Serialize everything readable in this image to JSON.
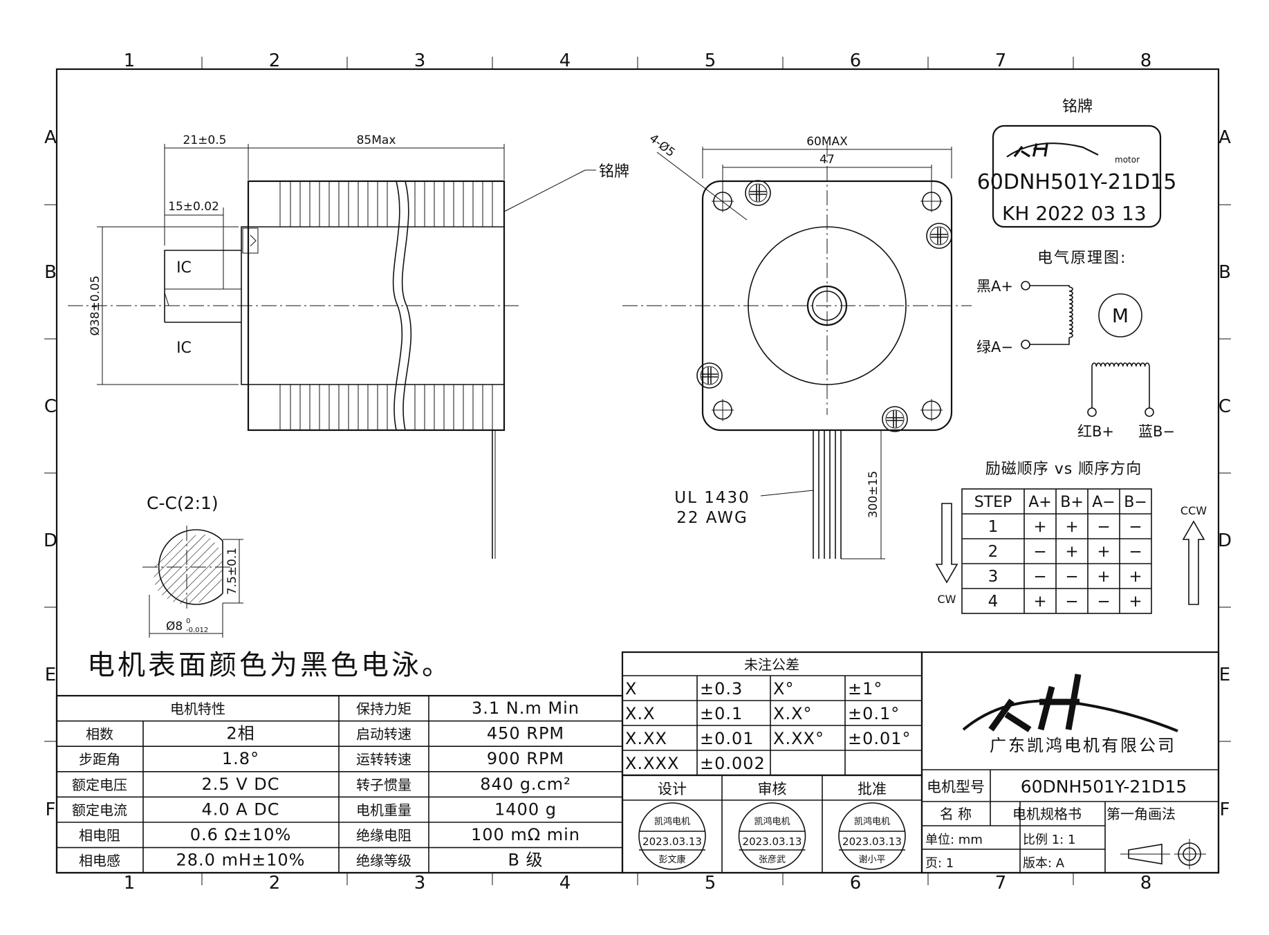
{
  "border": {
    "columns": [
      "1",
      "2",
      "3",
      "4",
      "5",
      "6",
      "7",
      "8"
    ],
    "rows": [
      "A",
      "B",
      "C",
      "D",
      "E",
      "F"
    ]
  },
  "side_view": {
    "dim_flange": "21±0.5",
    "dim_length": "85Max",
    "dim_shaft": "15±0.02",
    "dim_pilot": "Ø38±0.05",
    "flat_label_top": "IC",
    "flat_label_bottom": "IC",
    "nameplate_callout": "铭牌"
  },
  "front_view": {
    "dim_width": "60MAX",
    "dim_holes": "47",
    "dim_hole_dia": "4-Ø5",
    "dim_lead": "300±15",
    "wire_spec_line1": "UL 1430",
    "wire_spec_line2": "22 AWG"
  },
  "section_view": {
    "title": "C-C(2:1)",
    "dim_flat": "7.5±0.1",
    "dim_dia": "Ø8",
    "dim_dia_upper": "0",
    "dim_dia_lower": "-0.012"
  },
  "surface_note": "电机表面颜色为黑色电泳。",
  "nameplate": {
    "title": "铭牌",
    "brand_small": "motor",
    "model": "60DNH501Y-21D15",
    "date": "KH 2022 03 13"
  },
  "schematic": {
    "title": "电气原理图:",
    "a_plus": "黑A+",
    "a_minus": "绿A−",
    "b_plus": "红B+",
    "b_minus": "蓝B−",
    "motor_symbol": "M"
  },
  "excitation": {
    "title": "励磁顺序 vs 顺序方向",
    "headers": [
      "STEP",
      "A+",
      "B+",
      "A−",
      "B−"
    ],
    "rows": [
      [
        "1",
        "+",
        "+",
        "−",
        "−"
      ],
      [
        "2",
        "−",
        "+",
        "+",
        "−"
      ],
      [
        "3",
        "−",
        "−",
        "+",
        "+"
      ],
      [
        "4",
        "+",
        "−",
        "−",
        "+"
      ]
    ],
    "cw": "CW",
    "ccw": "CCW"
  },
  "specs": {
    "title": "电机特性",
    "left": [
      [
        "相数",
        "2相"
      ],
      [
        "步距角",
        "1.8°"
      ],
      [
        "额定电压",
        "2.5 V DC"
      ],
      [
        "额定电流",
        "4.0 A DC"
      ],
      [
        "相电阻",
        "0.6 Ω±10%"
      ],
      [
        "相电感",
        "28.0 mH±10%"
      ]
    ],
    "right": [
      [
        "保持力矩",
        "3.1 N.m Min"
      ],
      [
        "启动转速",
        "450 RPM"
      ],
      [
        "运转转速",
        "900 RPM"
      ],
      [
        "转子惯量",
        "840 g.cm²"
      ],
      [
        "电机重量",
        "1400 g"
      ],
      [
        "绝缘电阻",
        "100 mΩ min"
      ],
      [
        "绝缘等级",
        "B 级"
      ]
    ]
  },
  "tolerance": {
    "title": "未注公差",
    "rows": [
      [
        "X",
        "±0.3",
        "X°",
        "±1°"
      ],
      [
        "X.X",
        "±0.1",
        "X.X°",
        "±0.1°"
      ],
      [
        "X.XX",
        "±0.01",
        "X.XX°",
        "±0.01°"
      ],
      [
        "X.XXX",
        "±0.002",
        "",
        ""
      ]
    ]
  },
  "approval": {
    "headers": [
      "设计",
      "审核",
      "批准"
    ],
    "stamp_company": "凯鸿电机",
    "stamp_date": "2023.03.13",
    "names": [
      "彭文康",
      "张彦武",
      "谢小平"
    ]
  },
  "title_block": {
    "company": "广东凯鸿电机有限公司",
    "model_label": "电机型号",
    "model_value": "60DNH501Y-21D15",
    "name_label": "名 称",
    "name_value": "电机规格书",
    "projection": "第一角画法",
    "unit": "单位: mm",
    "scale": "比例 1: 1",
    "page": "页: 1",
    "version": "版本: A"
  }
}
